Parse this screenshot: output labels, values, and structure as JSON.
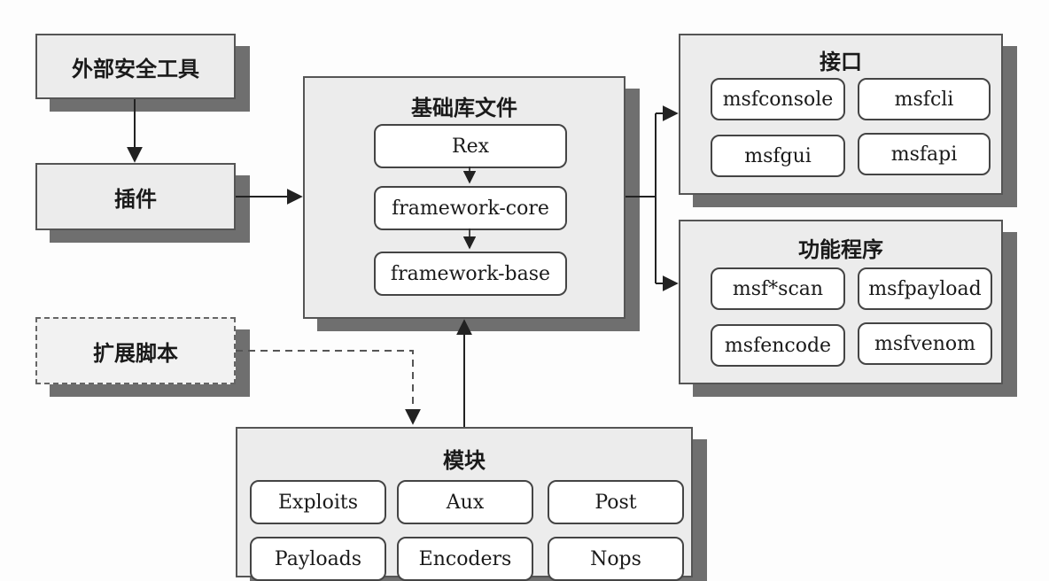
{
  "external_tools": {
    "label": "外部安全工具"
  },
  "plugins": {
    "label": "插件"
  },
  "extension_scripts": {
    "label": "扩展脚本"
  },
  "base_libraries": {
    "title": "基础库文件",
    "items": [
      "Rex",
      "framework-core",
      "framework-base"
    ]
  },
  "interfaces": {
    "title": "接口",
    "items": [
      "msfconsole",
      "msfcli",
      "msfgui",
      "msfapi"
    ]
  },
  "utilities": {
    "title": "功能程序",
    "items": [
      "msf*scan",
      "msfpayload",
      "msfencode",
      "msfvenom"
    ]
  },
  "modules": {
    "title": "模块",
    "items": [
      "Exploits",
      "Aux",
      "Post",
      "Payloads",
      "Encoders",
      "Nops"
    ]
  }
}
